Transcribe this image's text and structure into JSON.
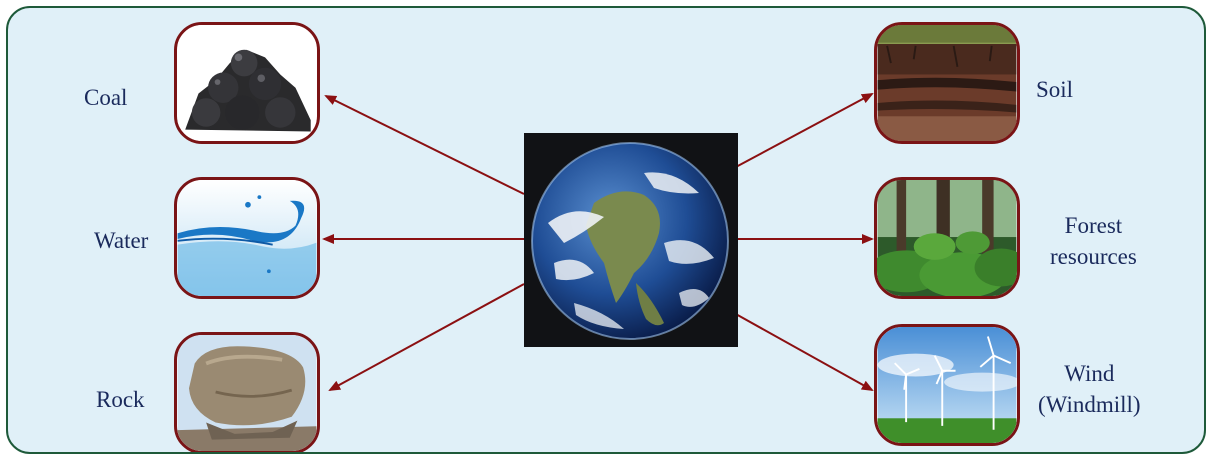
{
  "center": {
    "icon": "earth-globe-icon"
  },
  "resources": {
    "coal": {
      "label": "Coal",
      "icon": "coal-lumps-icon"
    },
    "water": {
      "label": "Water",
      "icon": "water-wave-icon"
    },
    "rock": {
      "label": "Rock",
      "icon": "boulder-icon"
    },
    "soil": {
      "label": "Soil",
      "icon": "soil-layers-icon"
    },
    "forest": {
      "label_line1": "Forest",
      "label_line2": "resources",
      "icon": "forest-icon"
    },
    "wind": {
      "label_line1": "Wind",
      "label_line2": "(Windmill)",
      "icon": "windmill-icon"
    }
  },
  "colors": {
    "background": "#e0f0f8",
    "frame_border": "#1e5a3a",
    "tile_border": "#7a1416",
    "arrow": "#8b1012",
    "label_text": "#1a2a5c"
  }
}
